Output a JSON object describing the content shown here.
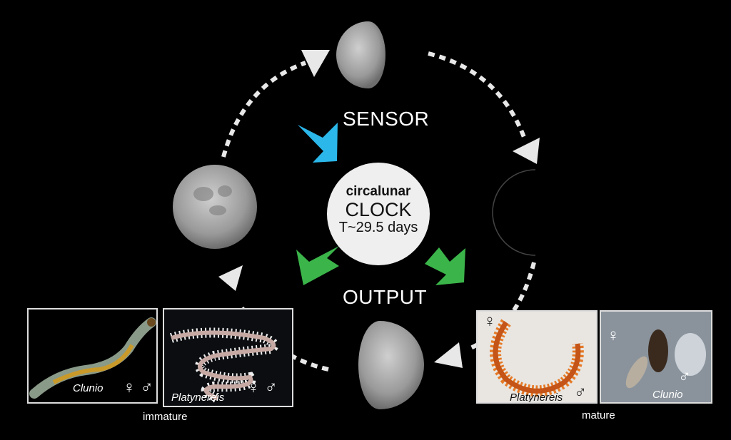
{
  "labels": {
    "sensor": "SENSOR",
    "output": "OUTPUT"
  },
  "clock": {
    "line1": "circalunar",
    "line2": "CLOCK",
    "line3": "T~29.5 days"
  },
  "panels": {
    "immature": {
      "caption": "immature",
      "photos": [
        {
          "species": "Clunio",
          "sex": "♀ ♂"
        },
        {
          "species": "Platynereis",
          "sex": "♀ ♂"
        }
      ]
    },
    "mature": {
      "caption": "mature",
      "photos": [
        {
          "species": "Platynereis",
          "female": "♀",
          "male": "♂"
        },
        {
          "species": "Clunio",
          "female": "♀",
          "male": "♂"
        }
      ]
    }
  },
  "colors": {
    "sensor_arrow": "#2bb7ea",
    "output_arrow": "#3bb54a",
    "clock_fill": "#efefef"
  }
}
